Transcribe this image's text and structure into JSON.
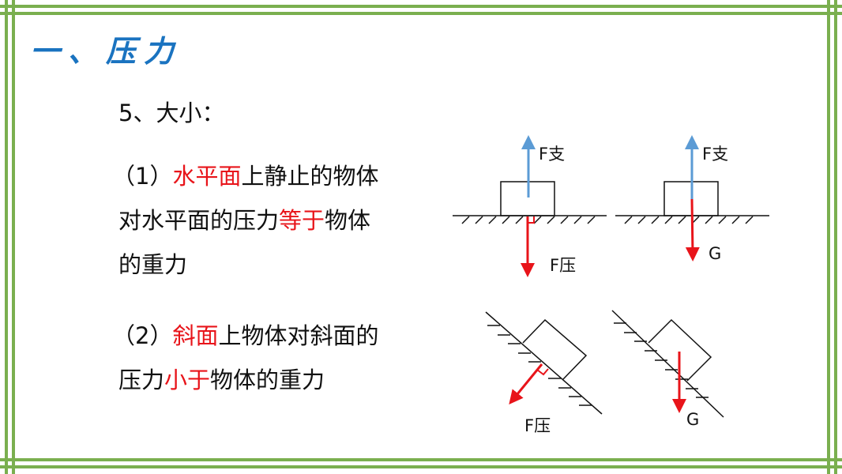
{
  "title": "一、压力",
  "heading": "5、大小：",
  "point1": {
    "prefix": "（1）",
    "highlight1": "水平面",
    "mid1": "上静止的物体",
    "line2_start": "对水平面的压力",
    "highlight2": "等于",
    "line2_end": "物体",
    "line3": "的重力"
  },
  "point2": {
    "prefix": "（2）",
    "highlight1": "斜面",
    "mid1": "上物体对斜面的",
    "line2_start": "压力",
    "highlight2": "小于",
    "line2_end": "物体的重力"
  },
  "diagrams": {
    "support_label": "F支",
    "pressure_label": "F压",
    "gravity_label": "G"
  },
  "colors": {
    "border": "#7aaf4f",
    "title": "#1a73c0",
    "highlight": "#e8141a",
    "support_arrow": "#5b9bd5"
  }
}
